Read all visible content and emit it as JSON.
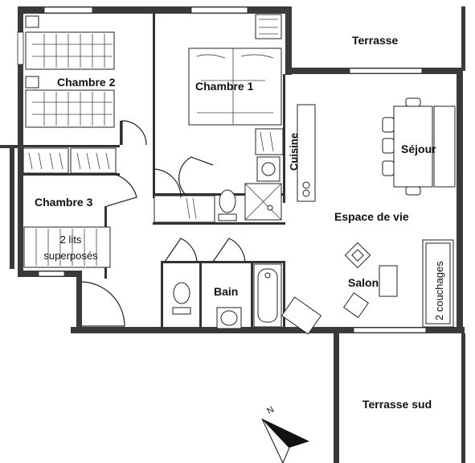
{
  "rooms": {
    "terrasse": "Terrasse",
    "chambre1": "Chambre 1",
    "chambre2": "Chambre 2",
    "chambre3": "Chambre 3",
    "chambre3_note_line1": "2 lits",
    "chambre3_note_line2": "superposés",
    "cuisine": "Cuisine",
    "sejour": "Séjour",
    "espace_de_vie": "Espace de vie",
    "salon": "Salon",
    "sofa_note": "2 couchages",
    "bain": "Bain",
    "terrasse_sud": "Terrasse sud"
  },
  "compass": {
    "north": "N"
  },
  "colors": {
    "wall": "#3a3a3a",
    "line": "#222222",
    "background": "#ffffff"
  }
}
